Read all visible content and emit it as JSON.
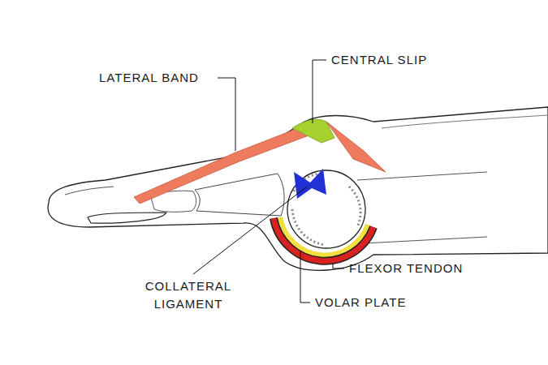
{
  "diagram": {
    "labels": [
      "LATERAL BAND",
      "CENTRAL SLIP",
      "COLLATERAL LIGAMENT",
      "FLEXOR TENDON",
      "VOLAR PLATE"
    ]
  }
}
